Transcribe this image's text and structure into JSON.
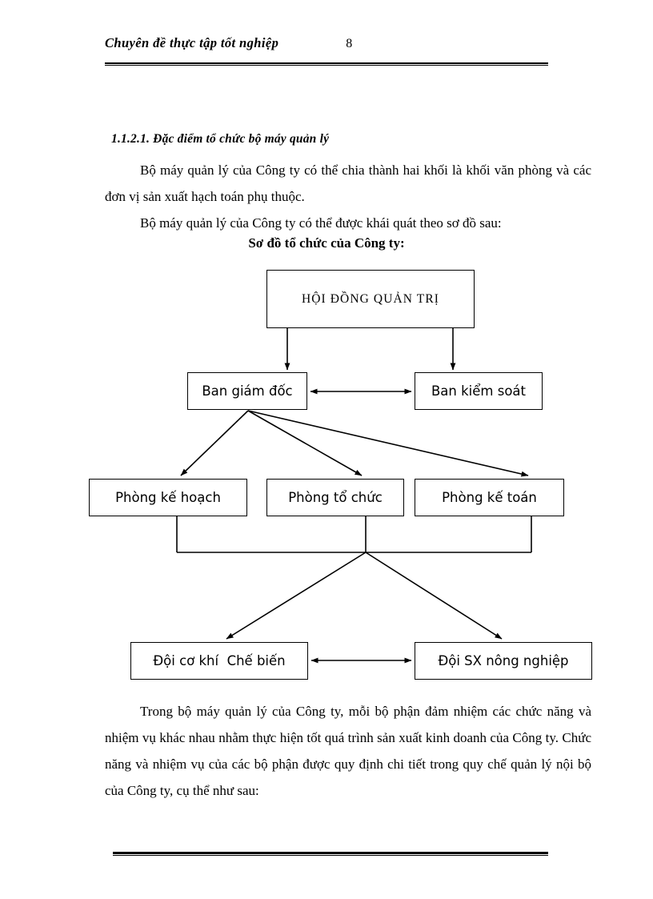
{
  "header": {
    "title": "Chuyên  đề thực tập tốt nghiệp",
    "page_number": "8"
  },
  "content": {
    "section_heading": "1.1.2.1. Đặc điểm tổ chức bộ máy quản lý",
    "paragraph_1": "Bộ máy quản lý của Công ty có thể chia thành hai khối là khối văn phòng và các đơn vị sản xuất hạch toán phụ thuộc.",
    "paragraph_2": "Bộ máy quản lý của Công ty có thể được khái quát theo sơ đồ sau:",
    "diagram_caption": "Sơ đồ tổ chức của Công ty:",
    "paragraph_3": "Trong bộ máy quản lý của Công ty, mỗi bộ phận đảm nhiệm các chức năng và nhiệm vụ khác nhau nhằm thực hiện tốt quá trình sản xuất kinh doanh của Công ty. Chức năng và nhiệm vụ của các bộ phận được quy định chi tiết trong quy chế quản lý nội bộ của Công ty, cụ thể như sau:"
  },
  "org_chart": {
    "nodes": {
      "root": "HỘI ĐỒNG QUẢN TRỊ",
      "board_of_directors": "Ban giám đốc",
      "supervisory_board": "Ban kiểm soát",
      "dept_planning": "Phòng kế hoạch",
      "dept_organization": "Phòng tổ chức",
      "dept_accounting": "Phòng kế toán",
      "team_mechanical": "Đội cơ khí  Chế biến",
      "team_agriculture": "Đội SX nông nghiệp"
    },
    "line_color": "#000000"
  }
}
